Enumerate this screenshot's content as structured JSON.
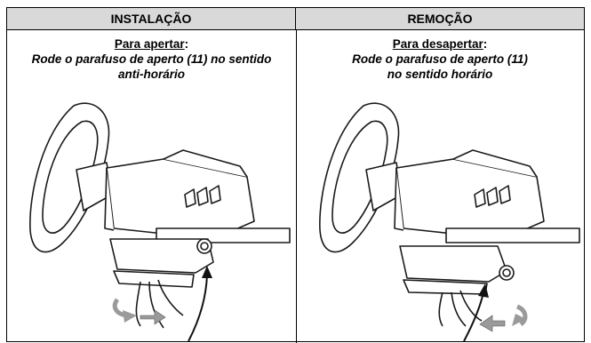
{
  "columns": [
    {
      "header": "INSTALAÇÃO",
      "label": "Para apertar",
      "colon": ":",
      "instruction_line1": "Rode o parafuso de aperto (11) no sentido",
      "instruction_line2": "anti-horário",
      "illustration": "wheel-clamp-tighten"
    },
    {
      "header": "REMOÇÃO",
      "label": "Para desapertar",
      "colon": ":",
      "instruction_line1": "Rode o parafuso de aperto (11)",
      "instruction_line2": "no sentido horário",
      "illustration": "wheel-clamp-loosen"
    }
  ],
  "colors": {
    "header_bg": "#d9d9d9",
    "arrow_gray": "#9a9a9a",
    "line": "#1a1a1a"
  }
}
